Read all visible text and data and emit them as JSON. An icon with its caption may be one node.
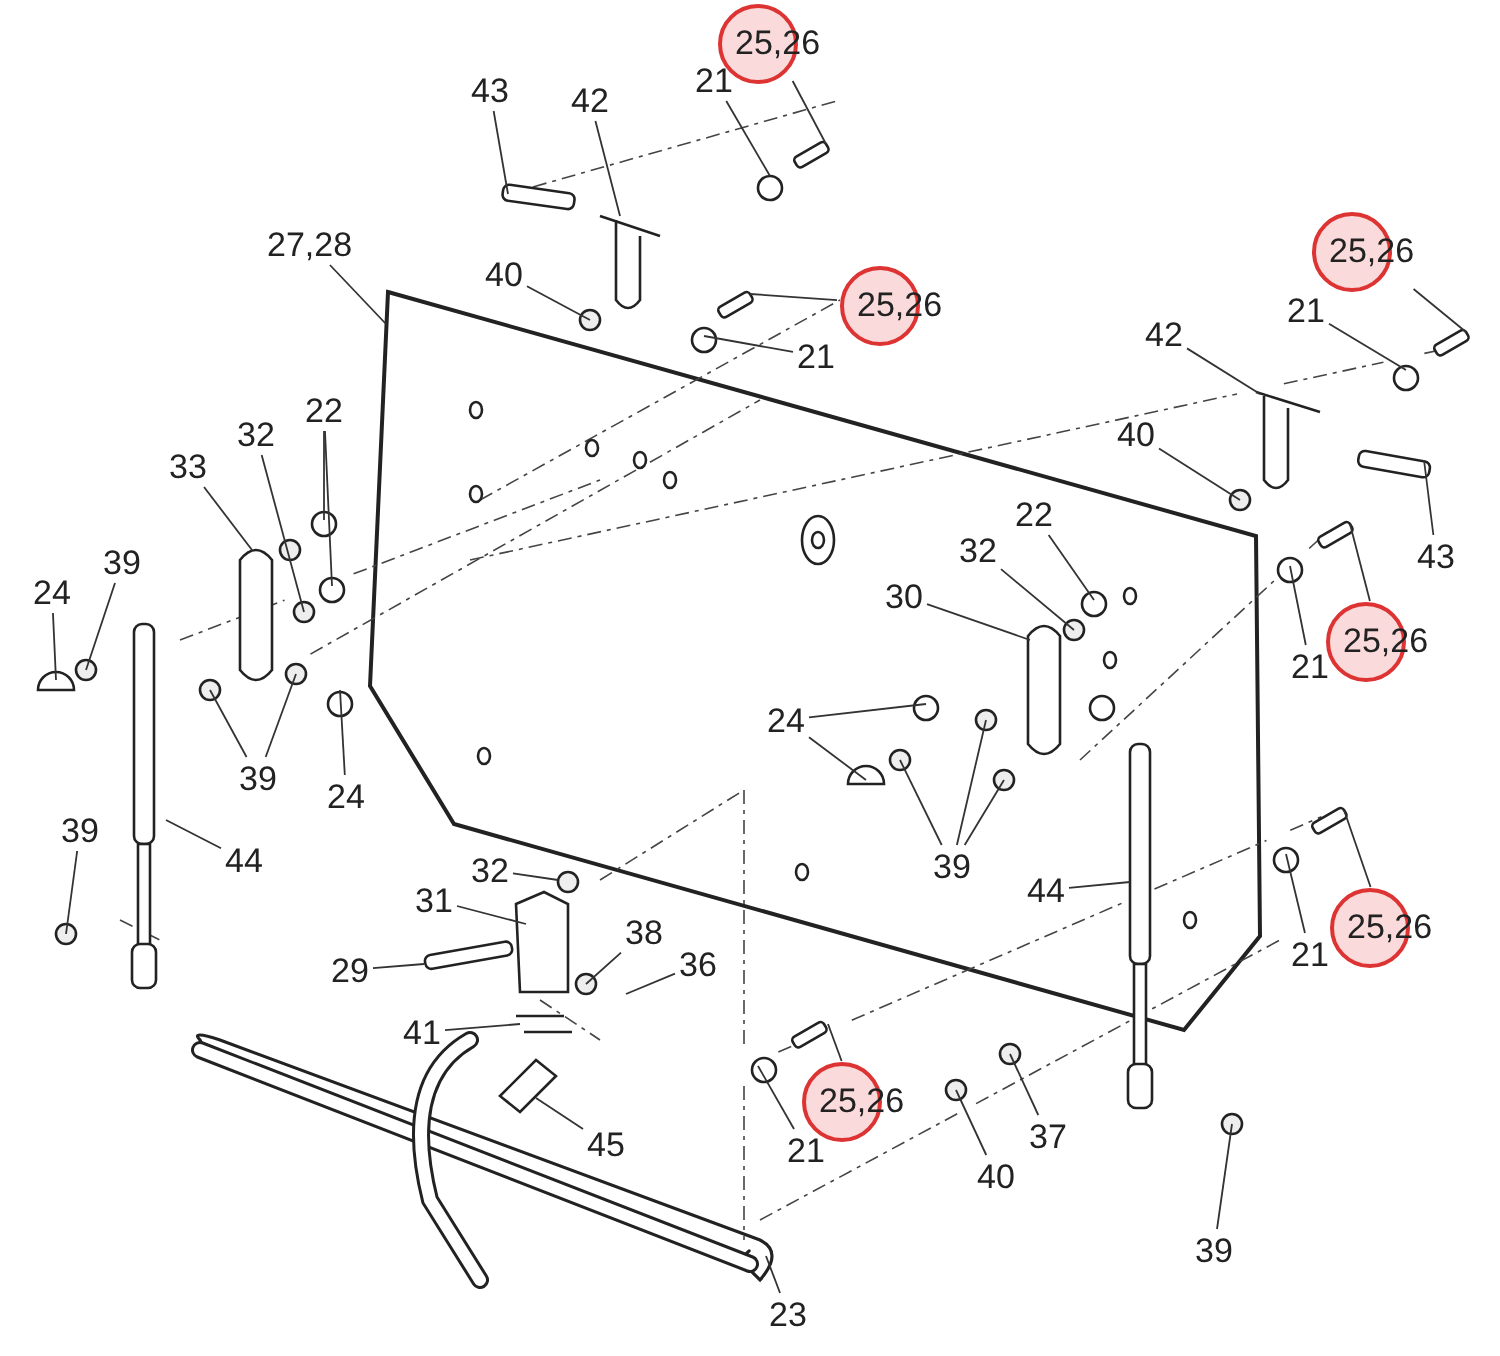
{
  "diagram": {
    "nodes": [
      {
        "text": [
          "25,26"
        ]
      },
      {
        "text": [
          "43"
        ]
      },
      {
        "text": [
          "42"
        ]
      },
      {
        "text": [
          "21"
        ]
      },
      {
        "text": [
          "27,28"
        ]
      },
      {
        "text": [
          "40"
        ]
      },
      {
        "text": [
          "25,26"
        ]
      },
      {
        "text": [
          "21"
        ]
      },
      {
        "text": [
          "25,26"
        ]
      },
      {
        "text": [
          "21"
        ]
      },
      {
        "text": [
          "42"
        ]
      },
      {
        "text": [
          "40"
        ]
      },
      {
        "text": [
          "22"
        ]
      },
      {
        "text": [
          "32"
        ]
      },
      {
        "text": [
          "33"
        ]
      },
      {
        "text": [
          "22"
        ]
      },
      {
        "text": [
          "43"
        ]
      },
      {
        "text": [
          "39"
        ]
      },
      {
        "text": [
          "24"
        ]
      },
      {
        "text": [
          "32"
        ]
      },
      {
        "text": [
          "30"
        ]
      },
      {
        "text": [
          "25,26"
        ]
      },
      {
        "text": [
          "21"
        ]
      },
      {
        "text": [
          "24"
        ]
      },
      {
        "text": [
          "39"
        ]
      },
      {
        "text": [
          "24"
        ]
      },
      {
        "text": [
          "39"
        ]
      },
      {
        "text": [
          "44"
        ]
      },
      {
        "text": [
          "39"
        ]
      },
      {
        "text": [
          "32"
        ]
      },
      {
        "text": [
          "44"
        ]
      },
      {
        "text": [
          "31"
        ]
      },
      {
        "text": [
          "38"
        ]
      },
      {
        "text": [
          "25,26"
        ]
      },
      {
        "text": [
          "21"
        ]
      },
      {
        "text": [
          "36"
        ]
      },
      {
        "text": [
          "29"
        ]
      },
      {
        "text": [
          "41"
        ]
      },
      {
        "text": [
          "25,26"
        ]
      },
      {
        "text": [
          "37"
        ]
      },
      {
        "text": [
          "45"
        ]
      },
      {
        "text": [
          "21"
        ]
      },
      {
        "text": [
          "40"
        ]
      },
      {
        "text": [
          "39"
        ]
      },
      {
        "text": [
          "23"
        ]
      }
    ],
    "edges": [
      {
        "from": 0,
        "to": null,
        "arrow": "none"
      },
      {
        "from": 1,
        "to": null,
        "arrow": "none"
      },
      {
        "from": 2,
        "to": null,
        "arrow": "none"
      },
      {
        "from": 3,
        "to": null,
        "arrow": "none"
      },
      {
        "from": 4,
        "to": null,
        "arrow": "none"
      },
      {
        "from": 5,
        "to": null,
        "arrow": "none"
      },
      {
        "from": 6,
        "to": null,
        "arrow": "none"
      },
      {
        "from": 7,
        "to": null,
        "arrow": "none"
      },
      {
        "from": 8,
        "to": null,
        "arrow": "none"
      },
      {
        "from": 9,
        "to": null,
        "arrow": "none"
      },
      {
        "from": 10,
        "to": null,
        "arrow": "none"
      },
      {
        "from": 11,
        "to": null,
        "arrow": "none"
      },
      {
        "from": 12,
        "to": null,
        "arrow": "none"
      },
      {
        "from": 12,
        "to": null,
        "arrow": "none"
      },
      {
        "from": 13,
        "to": null,
        "arrow": "none"
      },
      {
        "from": 14,
        "to": null,
        "arrow": "none"
      },
      {
        "from": 15,
        "to": null,
        "arrow": "none"
      },
      {
        "from": 16,
        "to": null,
        "arrow": "none"
      },
      {
        "from": 17,
        "to": null,
        "arrow": "none"
      },
      {
        "from": 18,
        "to": null,
        "arrow": "none"
      },
      {
        "from": 19,
        "to": null,
        "arrow": "none"
      },
      {
        "from": 20,
        "to": null,
        "arrow": "none"
      },
      {
        "from": 21,
        "to": null,
        "arrow": "none"
      },
      {
        "from": 22,
        "to": null,
        "arrow": "none"
      },
      {
        "from": 23,
        "to": null,
        "arrow": "none"
      },
      {
        "from": 23,
        "to": null,
        "arrow": "none"
      },
      {
        "from": 24,
        "to": null,
        "arrow": "none"
      },
      {
        "from": 24,
        "to": null,
        "arrow": "none"
      },
      {
        "from": 25,
        "to": null,
        "arrow": "none"
      },
      {
        "from": 26,
        "to": null,
        "arrow": "none"
      },
      {
        "from": 27,
        "to": null,
        "arrow": "none"
      },
      {
        "from": 28,
        "to": null,
        "arrow": "none"
      },
      {
        "from": 28,
        "to": null,
        "arrow": "none"
      },
      {
        "from": 28,
        "to": null,
        "arrow": "none"
      },
      {
        "from": 29,
        "to": null,
        "arrow": "none"
      },
      {
        "from": 30,
        "to": null,
        "arrow": "none"
      },
      {
        "from": 31,
        "to": null,
        "arrow": "none"
      },
      {
        "from": 32,
        "to": null,
        "arrow": "none"
      },
      {
        "from": 33,
        "to": null,
        "arrow": "none"
      },
      {
        "from": 34,
        "to": null,
        "arrow": "none"
      },
      {
        "from": 35,
        "to": null,
        "arrow": "none"
      },
      {
        "from": 36,
        "to": null,
        "arrow": "none"
      },
      {
        "from": 37,
        "to": null,
        "arrow": "none"
      },
      {
        "from": 38,
        "to": null,
        "arrow": "none"
      },
      {
        "from": 39,
        "to": null,
        "arrow": "none"
      },
      {
        "from": 40,
        "to": null,
        "arrow": "none"
      },
      {
        "from": 41,
        "to": null,
        "arrow": "none"
      },
      {
        "from": 42,
        "to": null,
        "arrow": "none"
      },
      {
        "from": 43,
        "to": null,
        "arrow": "none"
      },
      {
        "from": 44,
        "to": null,
        "arrow": "none"
      }
    ]
  }
}
